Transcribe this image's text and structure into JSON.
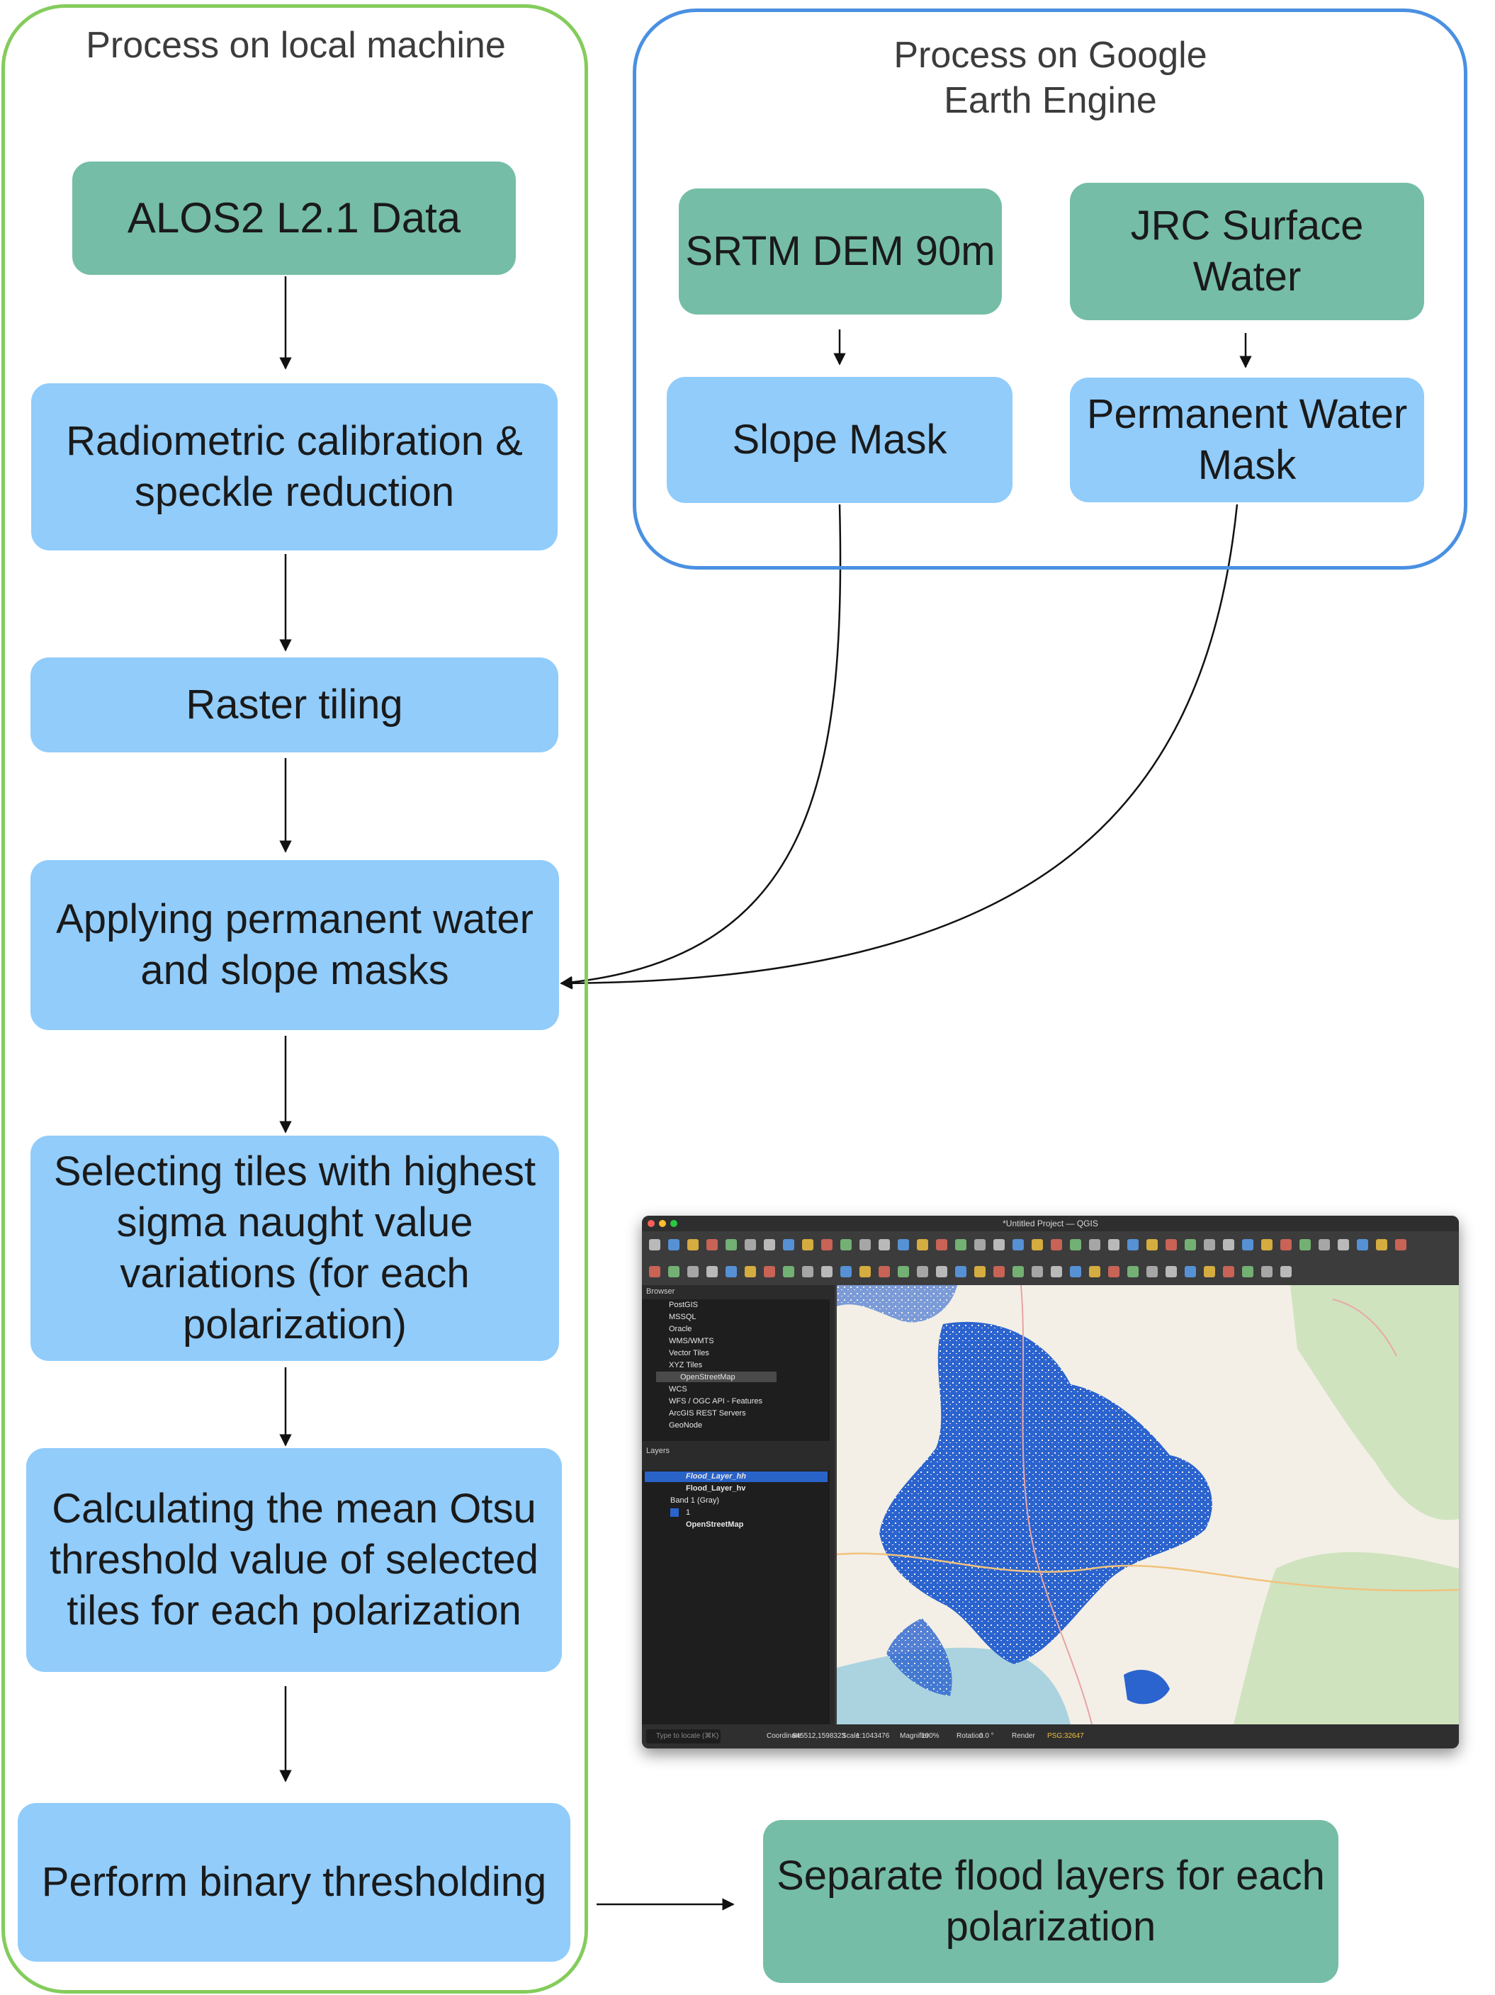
{
  "local_container": {
    "title": "Process on local machine"
  },
  "gee_container": {
    "title": "Process on Google Earth Engine"
  },
  "nodes": {
    "alos2": "ALOS2 L2.1 Data",
    "radiometric": "Radiometric calibration & speckle reduction",
    "tiling": "Raster tiling",
    "applying_masks": "Applying permanent water and slope masks",
    "selecting_tiles": "Selecting tiles with highest sigma naught value variations (for each polarization)",
    "otsu": "Calculating the mean Otsu threshold value of selected tiles for each polarization",
    "binary": "Perform binary thresholding",
    "srtm": "SRTM DEM 90m",
    "jrc": "JRC Surface Water",
    "slope_mask": "Slope Mask",
    "water_mask": "Permanent Water Mask",
    "output": "Separate flood layers for each polarization"
  },
  "colors": {
    "data_node": "#75bda6",
    "process_node": "#91ccfb",
    "local_border": "#84cc5c",
    "gee_border": "#4a90e2",
    "flood_pixels": "#2b63cf"
  },
  "qgis": {
    "window_title": "*Untitled Project — QGIS",
    "browser_title": "Browser",
    "browser_items": [
      "PostGIS",
      "MSSQL",
      "Oracle",
      "WMS/WMTS",
      "Vector Tiles",
      "XYZ Tiles",
      "OpenStreetMap",
      "WCS",
      "WFS / OGC API - Features",
      "ArcGIS REST Servers",
      "GeoNode"
    ],
    "layers_title": "Layers",
    "layers": [
      "Flood_Layer_hh",
      "Flood_Layer_hv",
      "Band 1 (Gray)",
      "1",
      "OpenStreetMap"
    ],
    "status": {
      "locate_placeholder": "Type to locate (⌘K)",
      "coordinate_label": "Coordinate",
      "coordinate_value": "645512,1598323",
      "scale_label": "Scale",
      "scale_value": "1:1043476",
      "magnifier_label": "Magnifier",
      "magnifier_value": "100%",
      "rotation_label": "Rotation",
      "rotation_value": "0.0 °",
      "render_label": "Render",
      "crs_label": "PSG:32647"
    }
  }
}
